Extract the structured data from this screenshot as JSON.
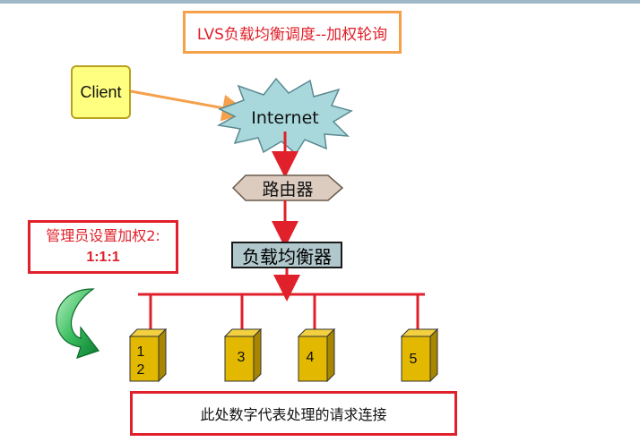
{
  "title": "LVS负载均衡调度--加权轮询",
  "client": "Client",
  "internet": "Internet",
  "router": "路由器",
  "load_balancer": "负载均衡器",
  "admin_note": {
    "line1": "管理员设置加权2:",
    "line2": "1:1:1"
  },
  "servers": [
    {
      "labels": [
        "1",
        "2"
      ]
    },
    {
      "labels": [
        "3"
      ]
    },
    {
      "labels": [
        "4"
      ]
    },
    {
      "labels": [
        "5"
      ]
    }
  ],
  "bottom_note": "此处数字代表处理的请求连接",
  "colors": {
    "title_border": "#f5a04a",
    "title_text": "#e0202a",
    "arrow_red": "#e0202a",
    "arrow_orange": "#f5a04a",
    "client_fill": "#ffff80",
    "internet_fill": "#a8d8dc",
    "router_fill": "#dccbbf",
    "lb_fill": "#b0c8cc",
    "server_fill": "#e2b800",
    "curved_arrow": "#1ea24a"
  }
}
